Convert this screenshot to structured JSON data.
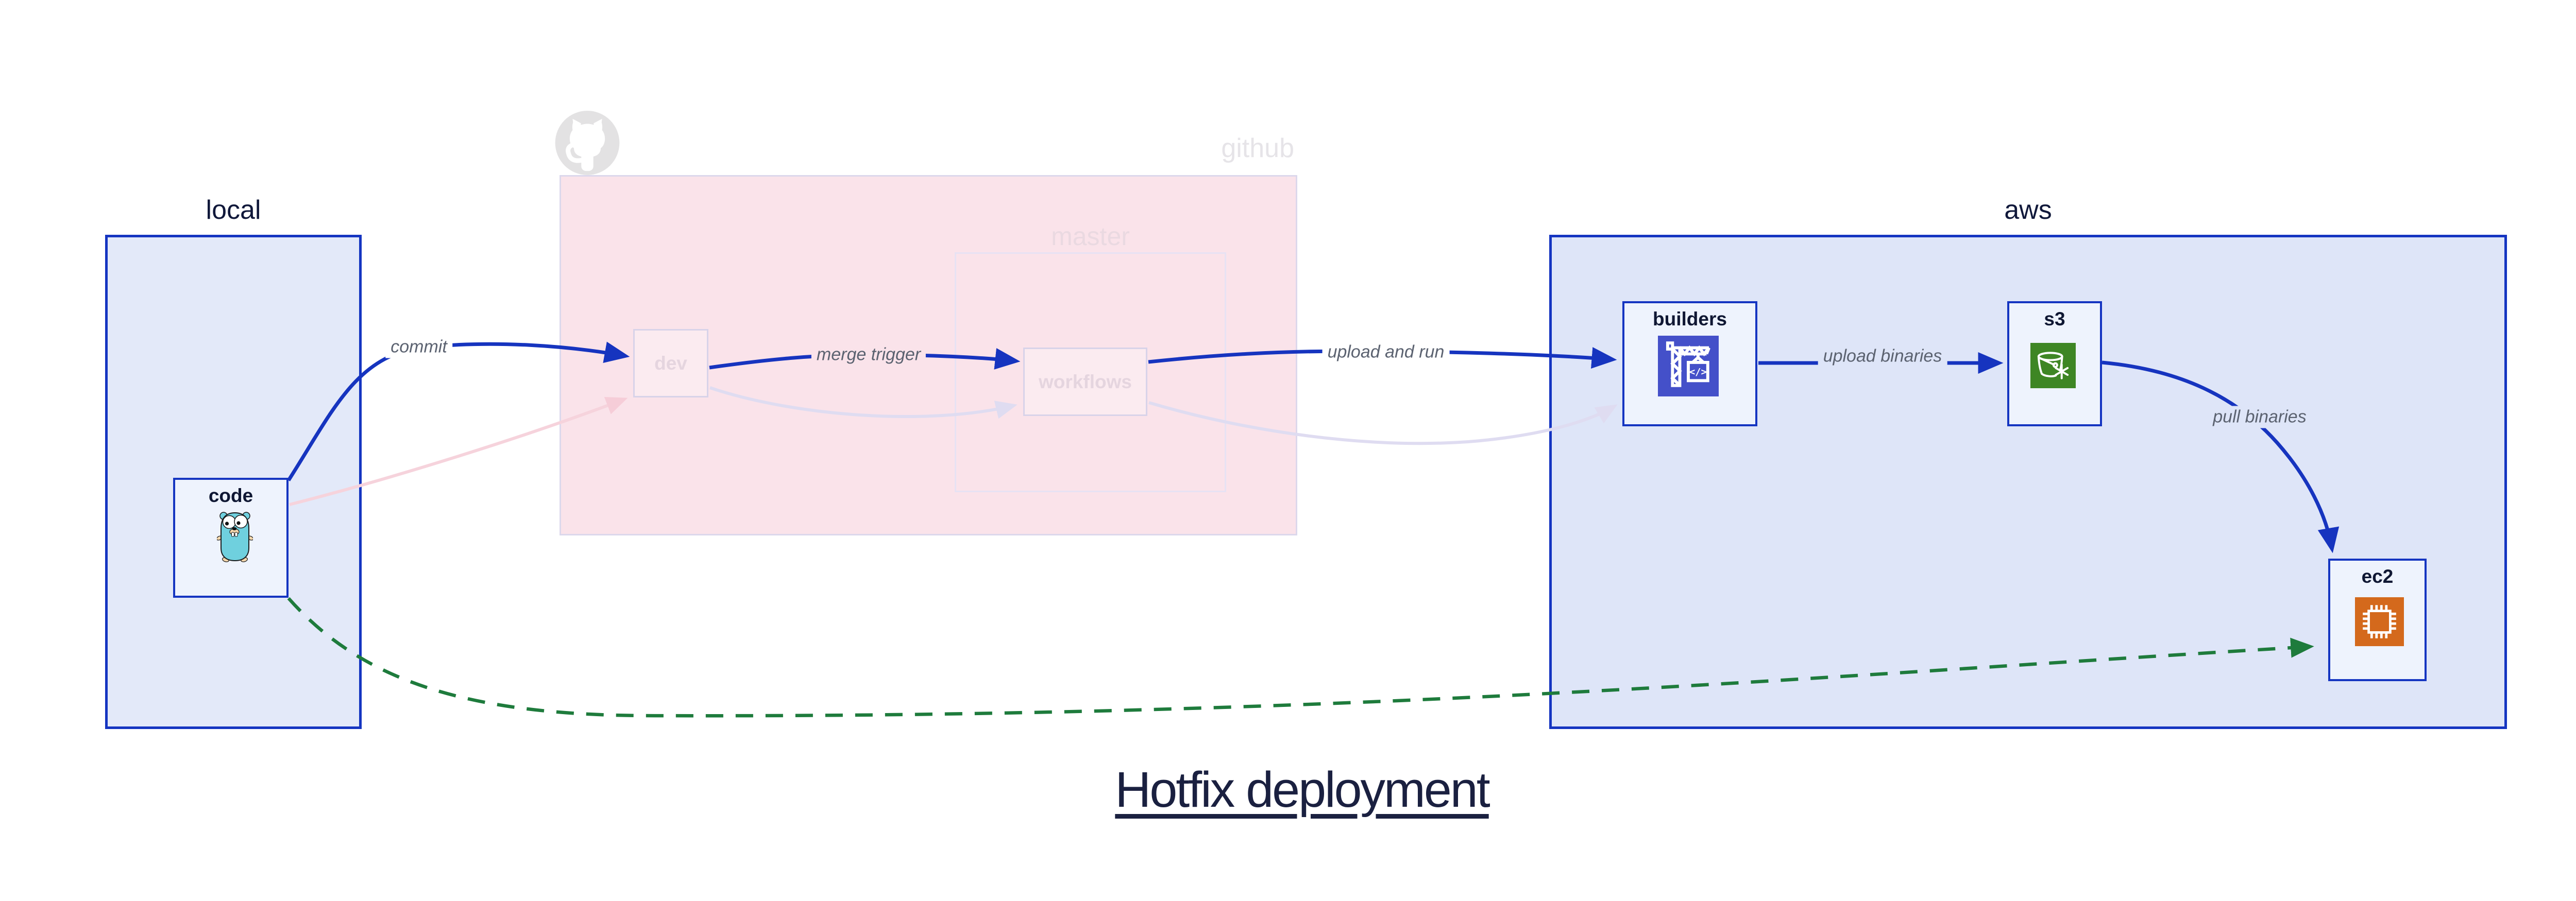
{
  "title": "Hotfix deployment",
  "containers": {
    "local": {
      "label": "local"
    },
    "github": {
      "label": "github"
    },
    "master": {
      "label": "master"
    },
    "aws": {
      "label": "aws"
    }
  },
  "nodes": {
    "code": {
      "label": "code",
      "icon": "go-gopher-icon"
    },
    "dev": {
      "label": "dev"
    },
    "workflows": {
      "label": "workflows"
    },
    "builders": {
      "label": "builders",
      "icon": "codebuild-crane-icon"
    },
    "s3": {
      "label": "s3",
      "icon": "s3-glacier-bucket-icon"
    },
    "ec2": {
      "label": "ec2",
      "icon": "ec2-chip-icon"
    }
  },
  "edges": {
    "commit": {
      "label": "commit",
      "from": "code",
      "to": "dev",
      "style": "solid"
    },
    "merge_trigger": {
      "label": "merge trigger",
      "from": "dev",
      "to": "workflows",
      "style": "solid"
    },
    "upload_and_run": {
      "label": "upload and run",
      "from": "workflows",
      "to": "builders",
      "style": "solid"
    },
    "upload_binaries": {
      "label": "upload binaries",
      "from": "builders",
      "to": "s3",
      "style": "solid"
    },
    "pull_binaries": {
      "label": "pull binaries",
      "from": "s3",
      "to": "ec2",
      "style": "solid"
    },
    "hotfix_path": {
      "label": "",
      "from": "code",
      "to": "ec2",
      "style": "dashed"
    }
  },
  "icons": {
    "codebuild_glyph": "</>"
  },
  "colors": {
    "arrow_blue": "#1634bf",
    "border_blue": "#1535c1",
    "hotfix_green": "#1e7b3c",
    "local_fill": "#e3e9f9",
    "aws_fill": "#dee5f8",
    "github_fill": "#fae3ea",
    "node_fill": "#eef3fd",
    "faded_pink_edge": "#f6d3dc",
    "faded_lavender_edge": "#dfdcf1",
    "builders_icon_bg": "#4450c9",
    "s3_icon_bg": "#3e8624",
    "ec2_icon_bg": "#d4691c",
    "edge_label_gray": "#5b6270",
    "title_navy": "#1a2040"
  }
}
